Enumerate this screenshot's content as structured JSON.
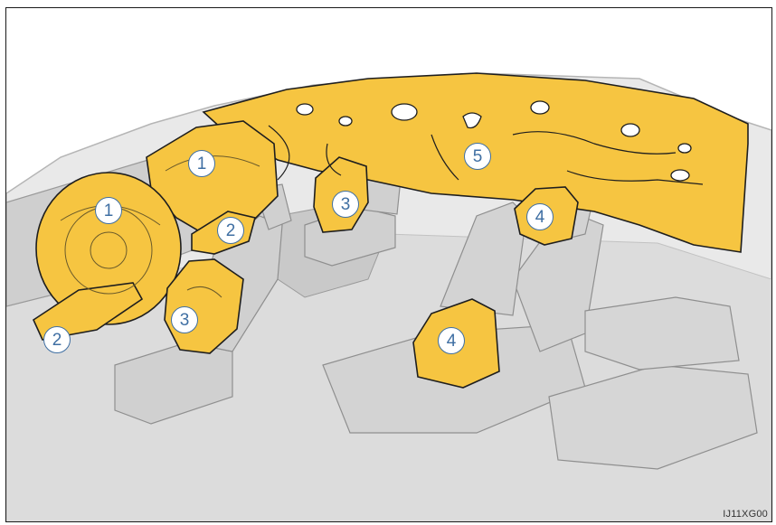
{
  "image_code": "IJ11XG00",
  "colors": {
    "airbag_fill": "#f6c541",
    "airbag_outline": "#1e1e1e",
    "interior_gray": "#d7d7d7",
    "line_gray": "#9a9a9a",
    "marker_blue": "#3f6fa3"
  },
  "markers": [
    {
      "id": "front-passenger-airbag",
      "label": "1"
    },
    {
      "id": "driver-airbag",
      "label": "1"
    },
    {
      "id": "passenger-knee-airbag",
      "label": "2"
    },
    {
      "id": "driver-knee-airbag",
      "label": "2"
    },
    {
      "id": "driver-side-airbag",
      "label": "3"
    },
    {
      "id": "passenger-side-airbag",
      "label": "3"
    },
    {
      "id": "rear-side-airbag-seat",
      "label": "4"
    },
    {
      "id": "rear-side-airbag-upper",
      "label": "4"
    },
    {
      "id": "curtain-shield-airbag",
      "label": "5"
    }
  ]
}
